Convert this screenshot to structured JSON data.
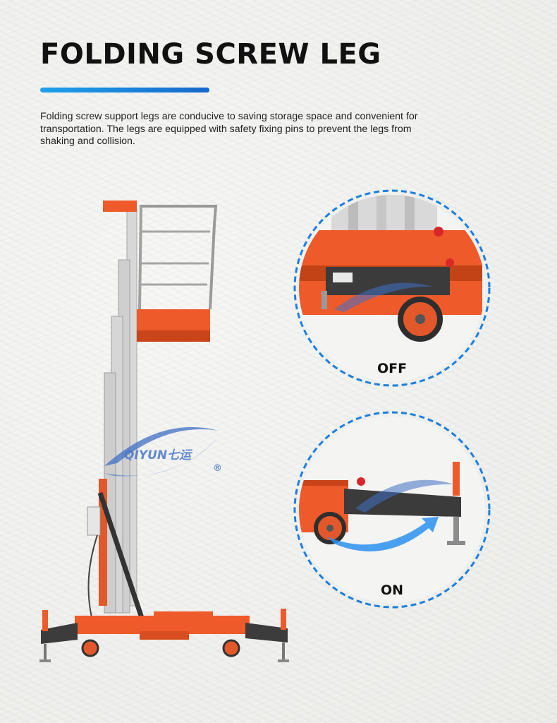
{
  "header": {
    "title": "FOLDING SCREW LEG",
    "description": "Folding screw support legs are conducive to saving storage space and convenient for transportation. The legs are equipped with safety fixing pins to prevent the legs from shaking and collision."
  },
  "brand": {
    "watermark": "QIYUN七运",
    "registered": "®"
  },
  "details": {
    "off_label": "OFF",
    "on_label": "ON"
  },
  "colors": {
    "accent_blue": "#1a7fe0",
    "machine_orange": "#f05a28",
    "frame_dark": "#3a3a3a"
  }
}
